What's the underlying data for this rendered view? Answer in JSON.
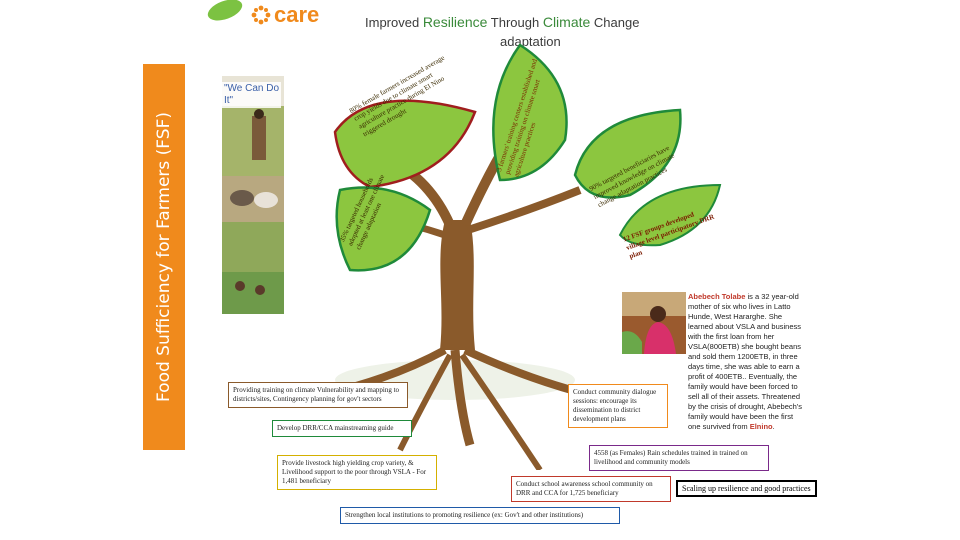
{
  "header": {
    "logo_text": "care",
    "title_part1": "Improved ",
    "title_part2": "Resilience",
    "title_part3": " Through ",
    "title_part4": "Climate",
    "title_part5": " Change",
    "subtitle": "adaptation"
  },
  "sidebar": {
    "label": "Food Sufficiency for Farmers (FSF)"
  },
  "quote": {
    "line1": "\"We Can Do",
    "line2": "It\""
  },
  "leaves": {
    "left_top": "80% female farmers increased average crop yields due to climate smart agriculture practice during El Nino triggered drought",
    "left_bottom": "35% targeted households adopted at least one climate change adaptation",
    "top_center": "3 farmers' training centers established and providing training on climate smart agriculture practices",
    "right": "90% targeted beneficiaries have improved knowledge on climate change adaptation practices",
    "far_right": "12 FSF groups developed village level participatory DRR plan"
  },
  "boxes": {
    "vulnerability": "Providing training on climate Vulnerability and mapping to districts/sites, Contingency planning for gov't sectors",
    "drr_guide": "Develop DRR/CCA mainstreaming guide",
    "dialogue": "Conduct community dialogue sessions: encourage its dissemination to district development plans",
    "livelihood": "Provide livestock high yielding crop variety, & Livelihood support to the poor through VSLA - For 1,481 beneficiary",
    "trained": "4558 (as Females) Rain schedules trained in trained on livelihood and community models",
    "schools": "Conduct school awareness school community on DRR and CCA for 1,725 beneficiary",
    "strengthen": "Strengthen local institutions to promoting resilience (ex: Gov't and other institutions)"
  },
  "story": {
    "name": "Abebech Tolabe",
    "body": " is a 32 year-old mother of six who lives in Latto Hunde, West Hararghe. She learned about VSLA and business with the first loan from her VSLA(800ETB) she bought beans and sold them 1200ETB, in three days time, she was able to earn a profit of 400ETB.. Eventually, the family would have been forced to sell all of their assets. Threatened by the crisis of drought, Abebech's family would have been the first one survived from ",
    "highlight": "Elnino",
    "end": "."
  },
  "scaling": {
    "label": "Scaling up resilience and good practices"
  },
  "colors": {
    "sidebar": "#f08a1c",
    "title_green": "#3a8a3a",
    "leaf_green": "#8cc63f",
    "leaf_border_red": "#a01e1e",
    "tree_brown": "#8a5a2b",
    "care_orange": "#f08a1c"
  }
}
